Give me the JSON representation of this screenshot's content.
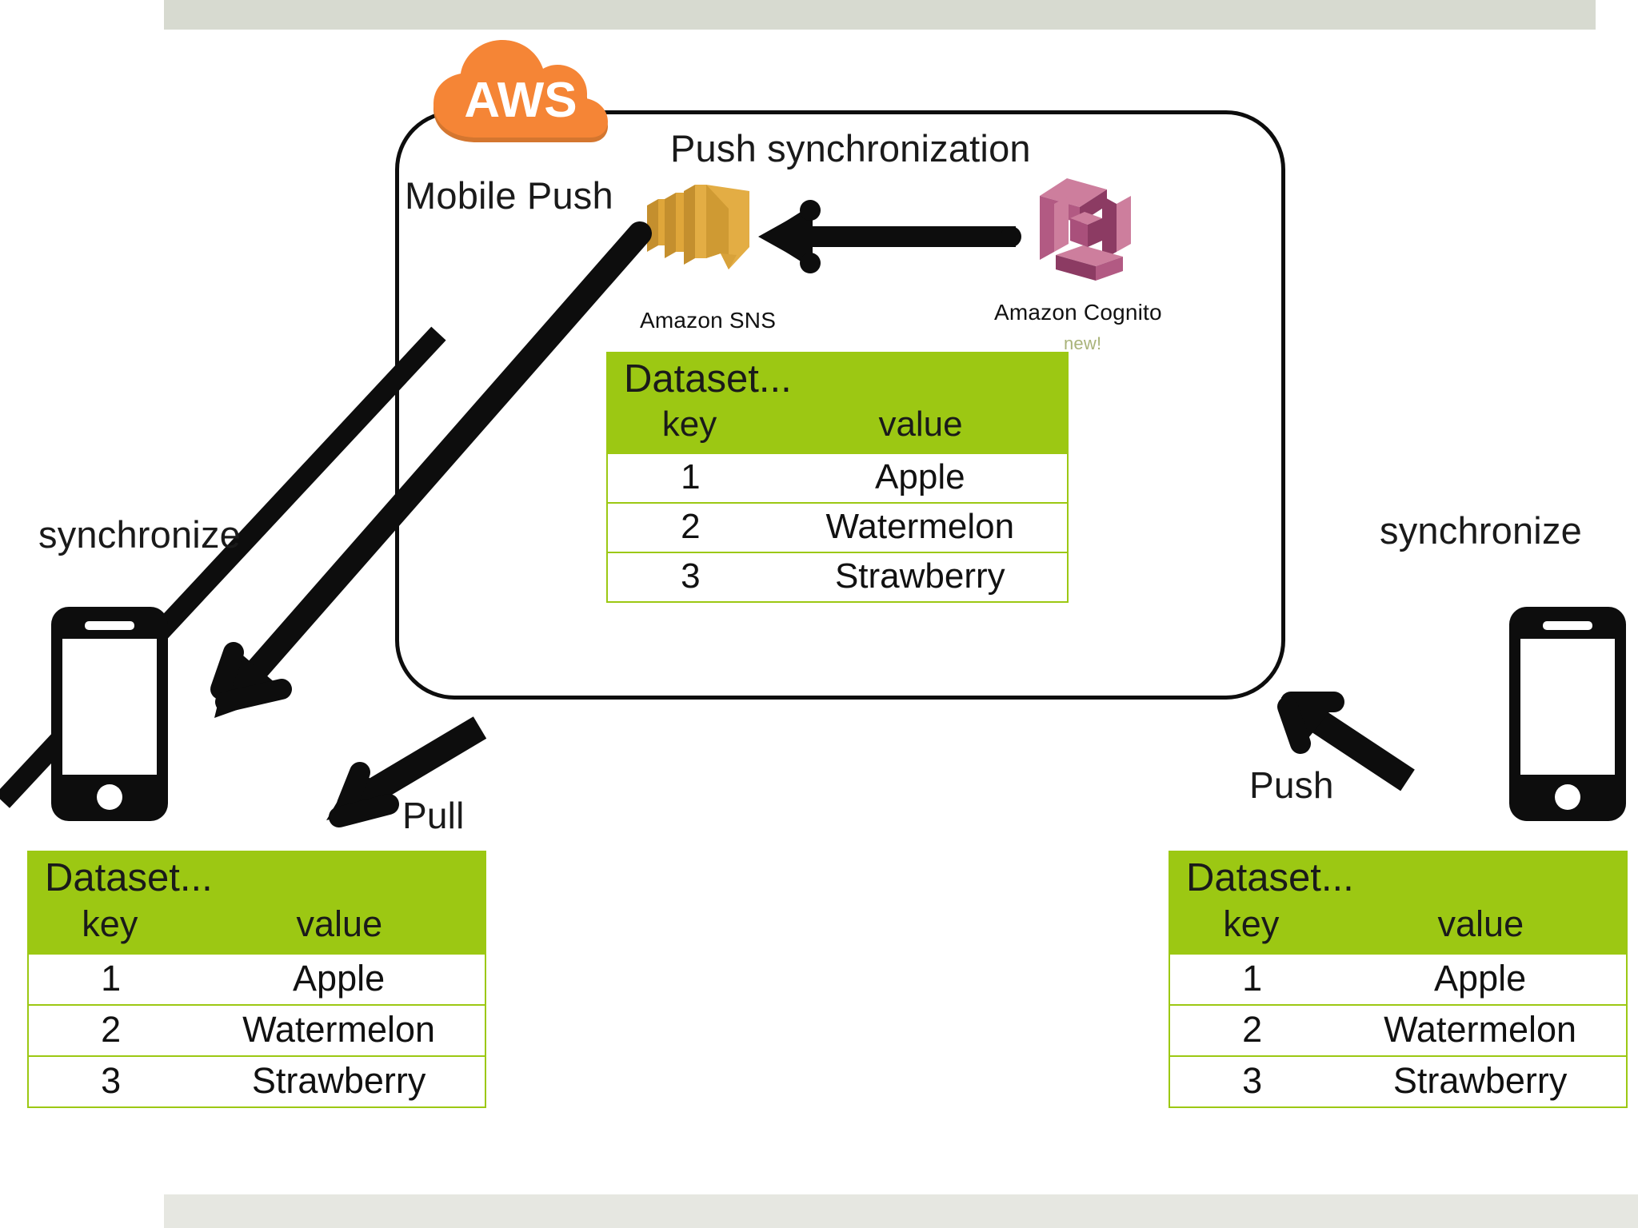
{
  "slide": {
    "background_color": "#ffffff",
    "top_bar_color": "#d7dad0",
    "bottom_bar_color": "#e6e7e1"
  },
  "colors": {
    "aws_orange": "#f58536",
    "aws_orange_shadow": "#d4762f",
    "table_green": "#9cc813",
    "sns_gold": "#e0a93c",
    "sns_gold_dark": "#c48f2e",
    "cognito_pink": "#cd7e9d",
    "cognito_pink_dark": "#8c3b63",
    "arrow_black": "#0d0d0d",
    "new_badge": "#a9b37a"
  },
  "cloud": {
    "logo_text": "AWS",
    "icon": "aws-cloud-icon"
  },
  "boundary": {
    "label": "Mobile Push"
  },
  "headline": {
    "text": "Push synchronization"
  },
  "services": [
    {
      "id": "sns",
      "icon": "amazon-sns-icon",
      "label": "Amazon SNS"
    },
    {
      "id": "cognito",
      "icon": "amazon-cognito-icon",
      "label": "Amazon Cognito",
      "badge": "new!"
    }
  ],
  "devices": {
    "left": {
      "icon": "mobile-phone-icon",
      "label": "synchronize"
    },
    "right": {
      "icon": "mobile-phone-icon",
      "label": "synchronize"
    }
  },
  "arrows": [
    {
      "id": "cognito-to-sns",
      "label": ""
    },
    {
      "id": "sns-to-left-device",
      "label": ""
    },
    {
      "id": "pull-arrow",
      "label": "Pull"
    },
    {
      "id": "push-arrow",
      "label": "Push"
    }
  ],
  "arrow_labels": {
    "pull": "Pull",
    "push": "Push"
  },
  "datasets": {
    "center": {
      "title": "Dataset...",
      "columns": {
        "key": "key",
        "value": "value"
      },
      "rows": [
        {
          "key": "1",
          "value": "Apple"
        },
        {
          "key": "2",
          "value": "Watermelon"
        },
        {
          "key": "3",
          "value": "Strawberry"
        }
      ]
    },
    "left": {
      "title": "Dataset...",
      "columns": {
        "key": "key",
        "value": "value"
      },
      "rows": [
        {
          "key": "1",
          "value": "Apple"
        },
        {
          "key": "2",
          "value": "Watermelon"
        },
        {
          "key": "3",
          "value": "Strawberry"
        }
      ]
    },
    "right": {
      "title": "Dataset...",
      "columns": {
        "key": "key",
        "value": "value"
      },
      "rows": [
        {
          "key": "1",
          "value": "Apple"
        },
        {
          "key": "2",
          "value": "Watermelon"
        },
        {
          "key": "3",
          "value": "Strawberry"
        }
      ]
    }
  }
}
